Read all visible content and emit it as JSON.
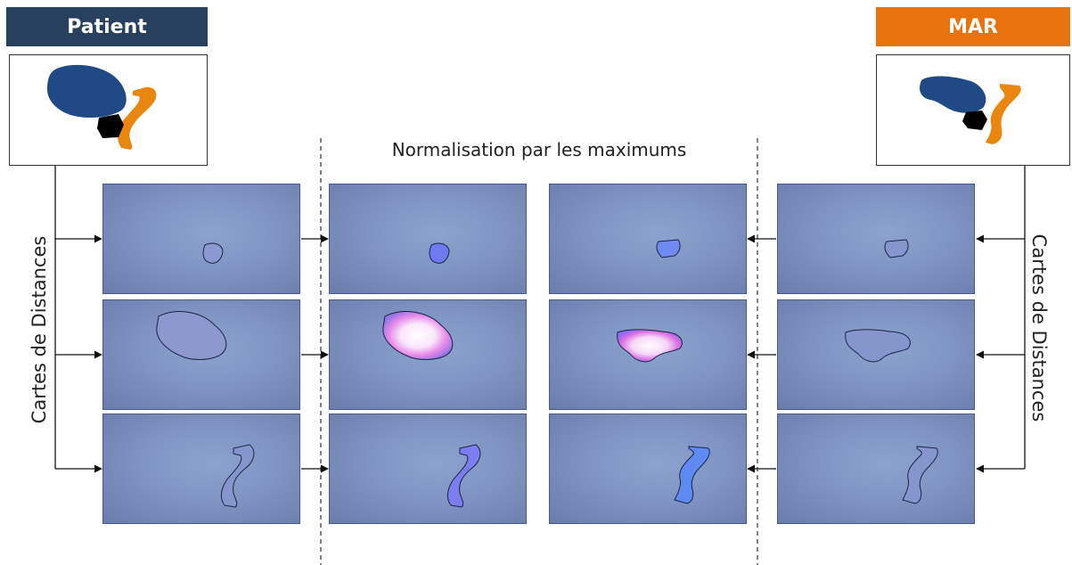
{
  "headers": {
    "patient": "Patient",
    "mar": "MAR"
  },
  "labels": {
    "left_vertical": "Cartes de Distances",
    "right_vertical": "Cartes de Distances",
    "normalization": "Normalisation par les maximums"
  },
  "colors": {
    "patient_header": "#26405e",
    "mar_header": "#e8730e",
    "shape_blue": "#1f4a85",
    "shape_orange": "#e8860f",
    "shape_black": "#000000",
    "panel_background": "#7f94c2"
  }
}
